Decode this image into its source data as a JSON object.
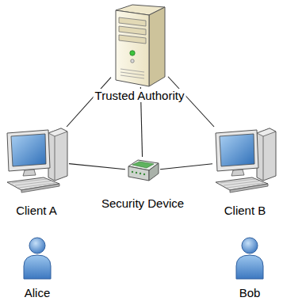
{
  "diagram": {
    "nodes": [
      {
        "text": [
          "Trusted Authority"
        ]
      },
      {
        "text": [
          "Client A"
        ]
      },
      {
        "text": [
          "Security Device"
        ]
      },
      {
        "text": [
          "Client B"
        ]
      },
      {
        "text": [
          "Alice"
        ]
      },
      {
        "text": [
          "Bob"
        ]
      }
    ],
    "edges": [
      {
        "from": 0,
        "to": 1,
        "arrow": "none"
      },
      {
        "from": 0,
        "to": 3,
        "arrow": "none"
      },
      {
        "from": 0,
        "to": 2,
        "arrow": "none"
      },
      {
        "from": 1,
        "to": 2,
        "arrow": "none"
      },
      {
        "from": 2,
        "to": 3,
        "arrow": "none"
      }
    ]
  }
}
